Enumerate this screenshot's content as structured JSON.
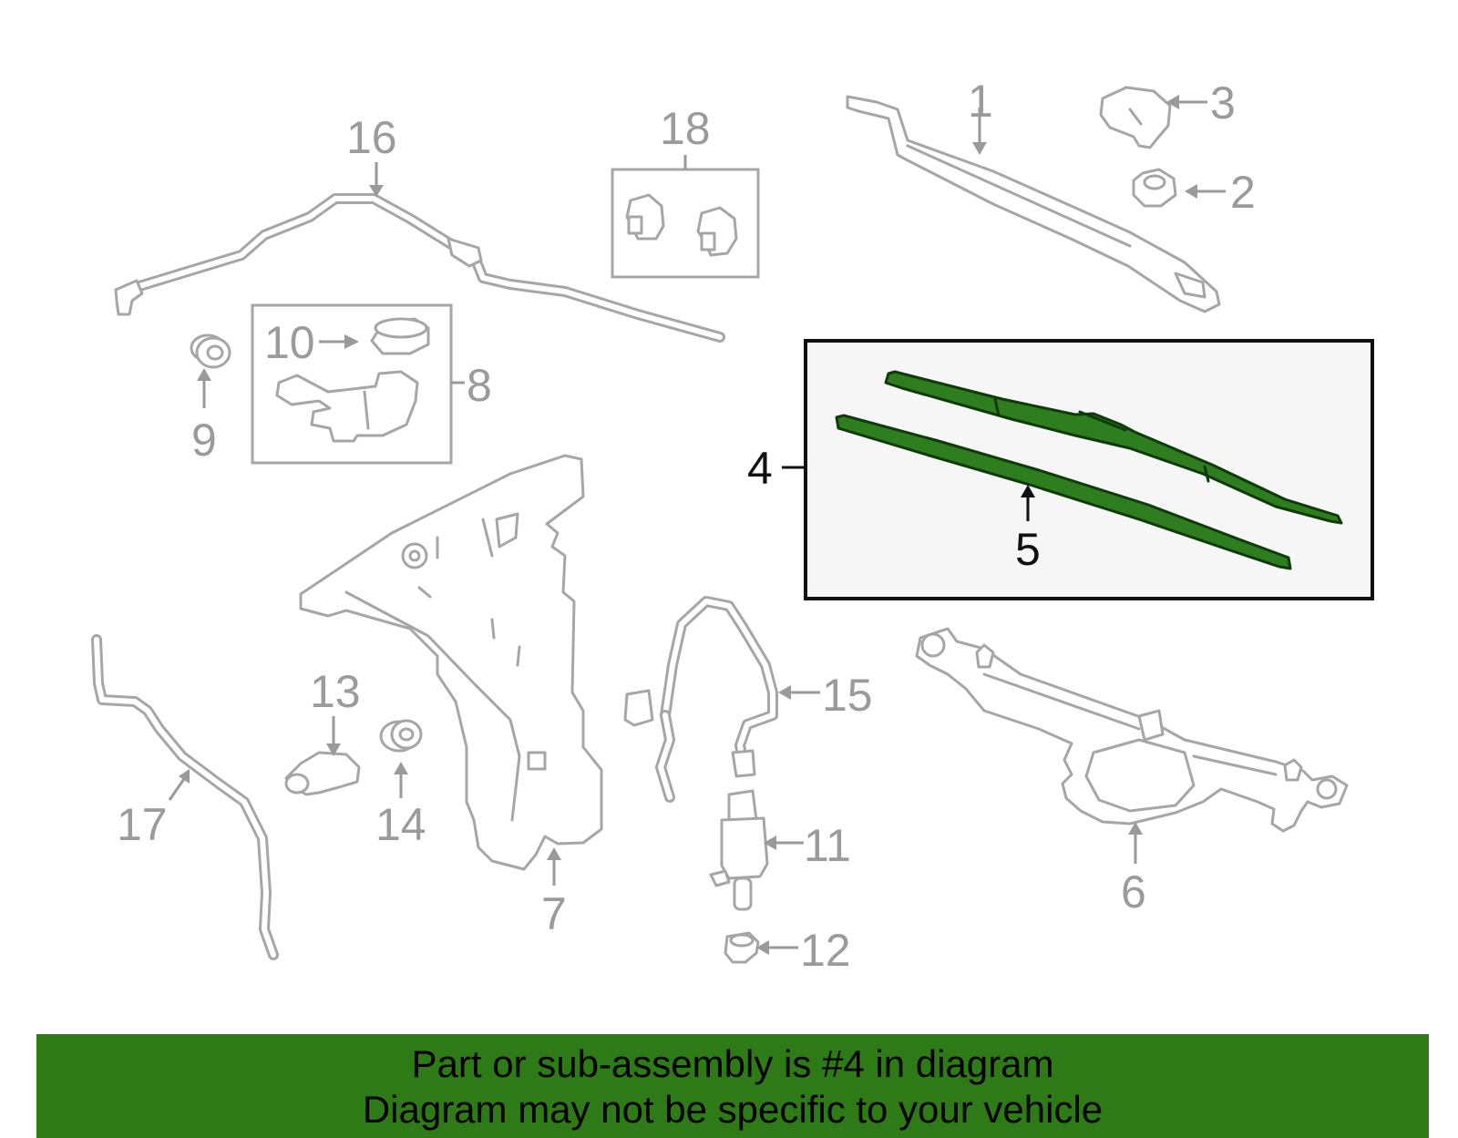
{
  "callouts": {
    "c1": "1",
    "c2": "2",
    "c3": "3",
    "c4": "4",
    "c5": "5",
    "c6": "6",
    "c7": "7",
    "c8": "8",
    "c9": "9",
    "c10": "10",
    "c11": "11",
    "c12": "12",
    "c13": "13",
    "c14": "14",
    "c15": "15",
    "c16": "16",
    "c17": "17",
    "c18": "18"
  },
  "highlighted_part": "4",
  "footer": {
    "line1": "Part or sub-assembly is #4 in diagram",
    "line2": "Diagram may not be specific to your vehicle"
  },
  "colors": {
    "highlight_green": "#2d7a17",
    "part_gray": "#a6a6a6"
  }
}
